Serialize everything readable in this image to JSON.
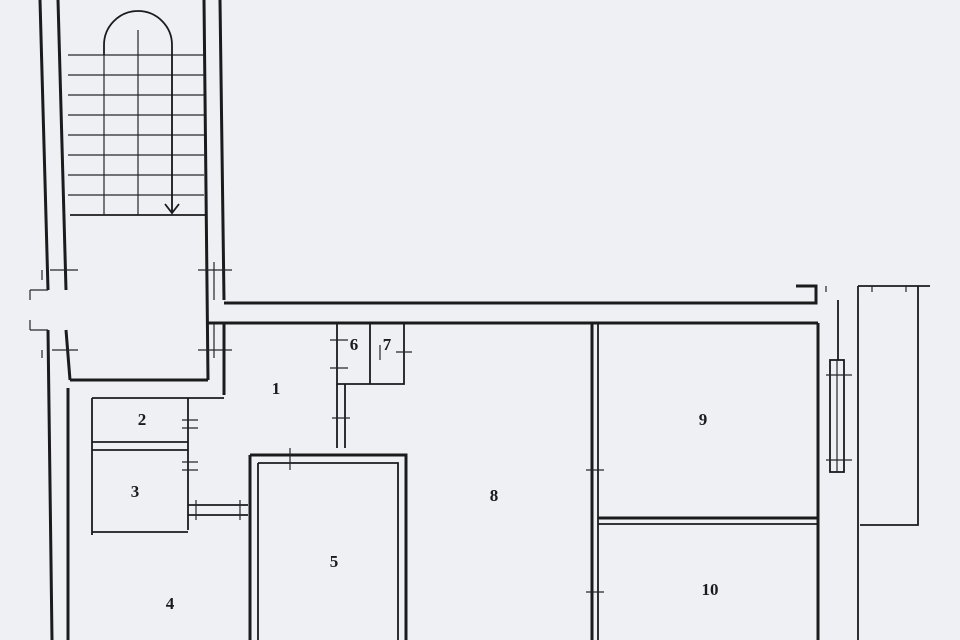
{
  "floor_plan": {
    "rooms": [
      {
        "id": "room-1",
        "label": "1"
      },
      {
        "id": "room-2",
        "label": "2"
      },
      {
        "id": "room-3",
        "label": "3"
      },
      {
        "id": "room-4",
        "label": "4"
      },
      {
        "id": "room-5",
        "label": "5"
      },
      {
        "id": "room-6",
        "label": "6"
      },
      {
        "id": "room-7",
        "label": "7"
      },
      {
        "id": "room-8",
        "label": "8"
      },
      {
        "id": "room-9",
        "label": "9"
      },
      {
        "id": "room-10",
        "label": "10"
      }
    ]
  },
  "colors": {
    "background": "#eef0f4",
    "ink": "#1b1b1d"
  }
}
